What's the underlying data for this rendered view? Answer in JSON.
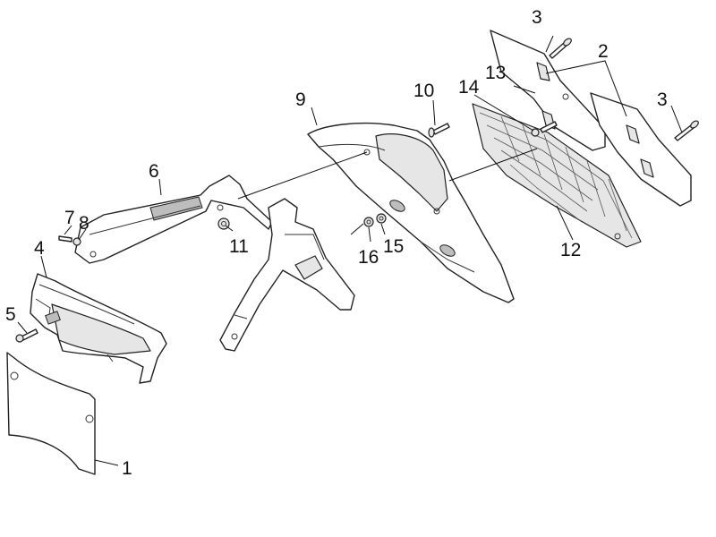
{
  "diagram": {
    "callouts": [
      {
        "id": "1",
        "label": "1"
      },
      {
        "id": "2",
        "label": "2"
      },
      {
        "id": "3a",
        "label": "3"
      },
      {
        "id": "3b",
        "label": "3"
      },
      {
        "id": "4",
        "label": "4"
      },
      {
        "id": "5",
        "label": "5"
      },
      {
        "id": "6",
        "label": "6"
      },
      {
        "id": "7",
        "label": "7"
      },
      {
        "id": "8",
        "label": "8"
      },
      {
        "id": "9",
        "label": "9"
      },
      {
        "id": "10",
        "label": "10"
      },
      {
        "id": "11",
        "label": "11"
      },
      {
        "id": "12",
        "label": "12"
      },
      {
        "id": "13",
        "label": "13"
      },
      {
        "id": "14",
        "label": "14"
      },
      {
        "id": "15",
        "label": "15"
      },
      {
        "id": "16",
        "label": "16"
      }
    ]
  }
}
